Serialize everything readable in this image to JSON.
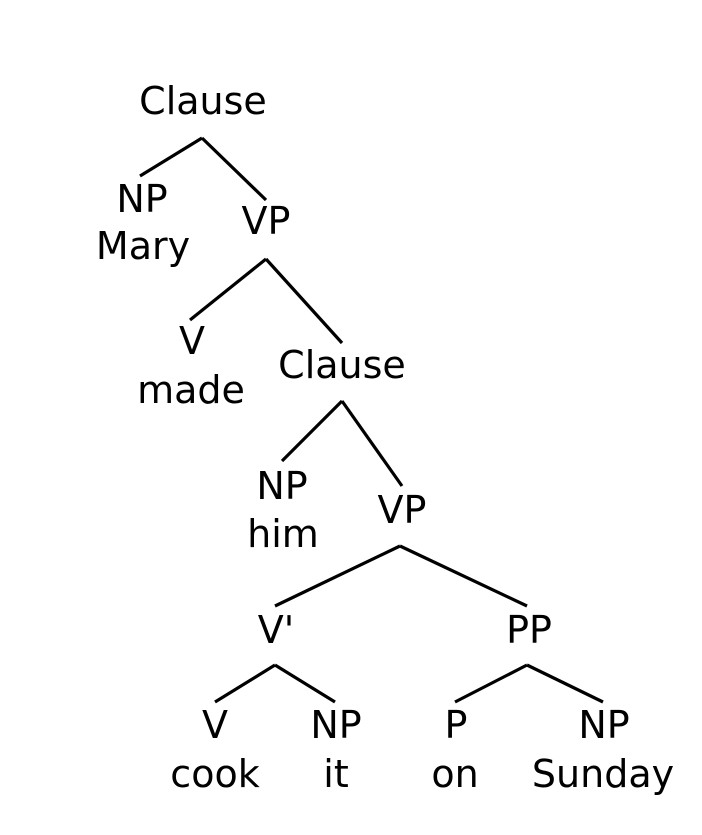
{
  "tree": {
    "nodes": {
      "clause_top": {
        "label": "Clause"
      },
      "np_mary": {
        "label": "NP",
        "word": "Mary"
      },
      "vp_top": {
        "label": "VP"
      },
      "v_made": {
        "label": "V",
        "word": "made"
      },
      "clause_inner": {
        "label": "Clause"
      },
      "np_him": {
        "label": "NP",
        "word": "him"
      },
      "vp_inner": {
        "label": "VP"
      },
      "vbar": {
        "label": "V'"
      },
      "pp": {
        "label": "PP"
      },
      "v_cook": {
        "label": "V",
        "word": "cook"
      },
      "np_it": {
        "label": "NP",
        "word": "it"
      },
      "p_on": {
        "label": "P",
        "word": "on"
      },
      "np_sunday": {
        "label": "NP",
        "word": "Sunday"
      }
    },
    "edges": [
      [
        "clause_top",
        "np_mary"
      ],
      [
        "clause_top",
        "vp_top"
      ],
      [
        "vp_top",
        "v_made"
      ],
      [
        "vp_top",
        "clause_inner"
      ],
      [
        "clause_inner",
        "np_him"
      ],
      [
        "clause_inner",
        "vp_inner"
      ],
      [
        "vp_inner",
        "vbar"
      ],
      [
        "vp_inner",
        "pp"
      ],
      [
        "vbar",
        "v_cook"
      ],
      [
        "vbar",
        "np_it"
      ],
      [
        "pp",
        "p_on"
      ],
      [
        "pp",
        "np_sunday"
      ]
    ]
  }
}
